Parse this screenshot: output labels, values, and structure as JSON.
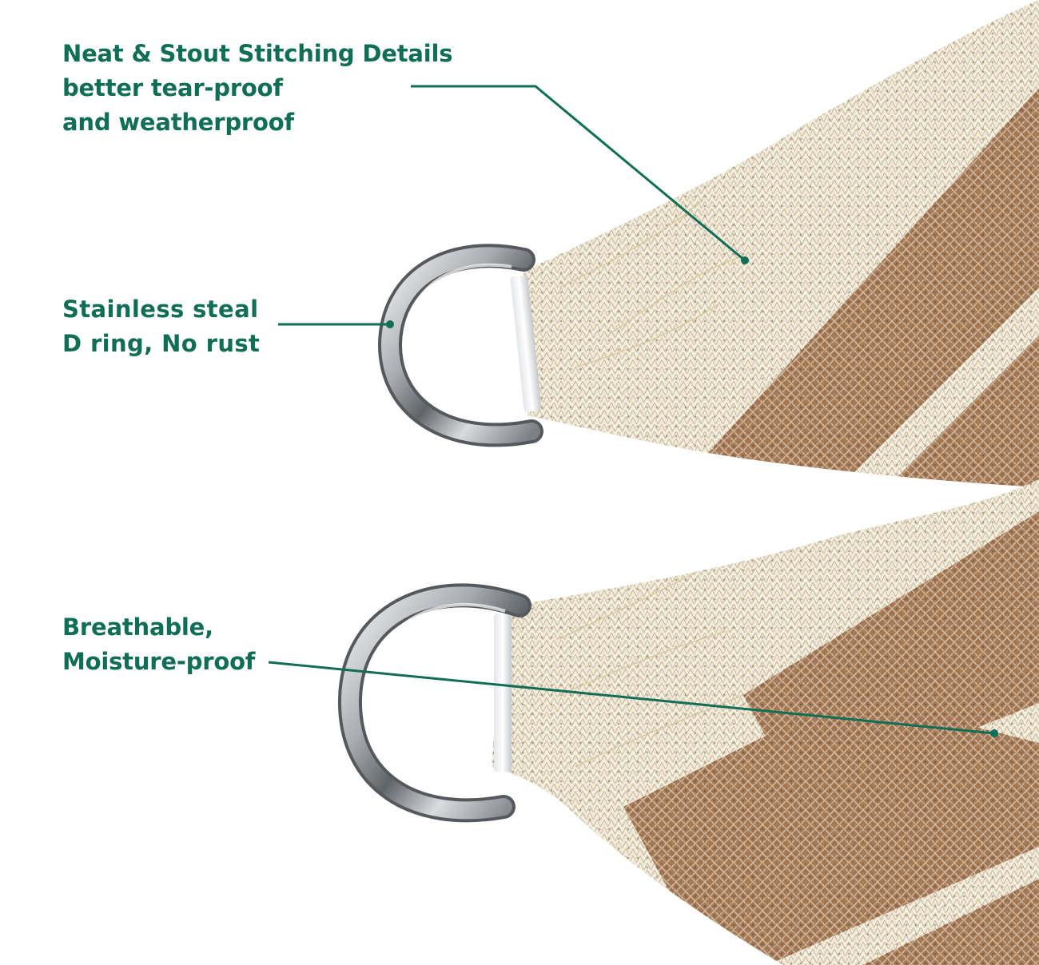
{
  "callouts": {
    "stitching": {
      "lines": [
        "Neat & Stout Stitching Details",
        "better tear-proof",
        "and weatherproof"
      ],
      "icon": "stitching-detail"
    },
    "d_ring": {
      "lines": [
        "Stainless steal",
        "D ring, No rust"
      ],
      "icon": "d-ring"
    },
    "fabric": {
      "lines": [
        "Breathable,",
        "Moisture-proof"
      ],
      "icon": "fabric-mesh"
    }
  },
  "colors": {
    "callout_text": "#0f6e55",
    "leader_line": "#0f6e55",
    "fabric_brown": "#a87b55",
    "fabric_cream": "#efe8d2",
    "ring_steel": "#b9bcc0",
    "background": "#ffffff"
  }
}
